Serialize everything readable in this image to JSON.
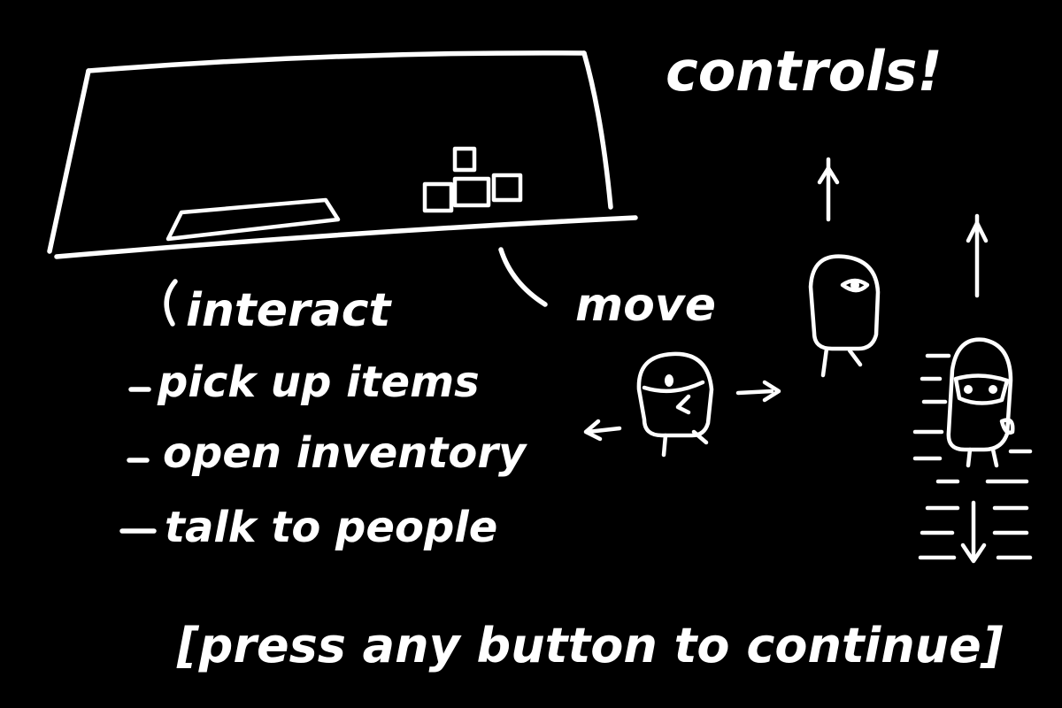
{
  "screen": {
    "title": "controls!",
    "interact_label": "interact",
    "interact_items": [
      "pick up items",
      "open inventory",
      "talk to people"
    ],
    "move_label": "move",
    "prompt": "[press any button to continue]"
  },
  "colors": {
    "background": "#000000",
    "ink": "#ffffff"
  },
  "icons": {
    "keyboard": "keyboard-icon",
    "spacebar": "spacebar-key-icon",
    "arrow_keys": "arrow-keys-icon",
    "character_walk_side": "character-walking-sideways-icon",
    "character_walk_up": "character-walking-up-icon",
    "character_walk_down": "character-walking-down-icon"
  }
}
